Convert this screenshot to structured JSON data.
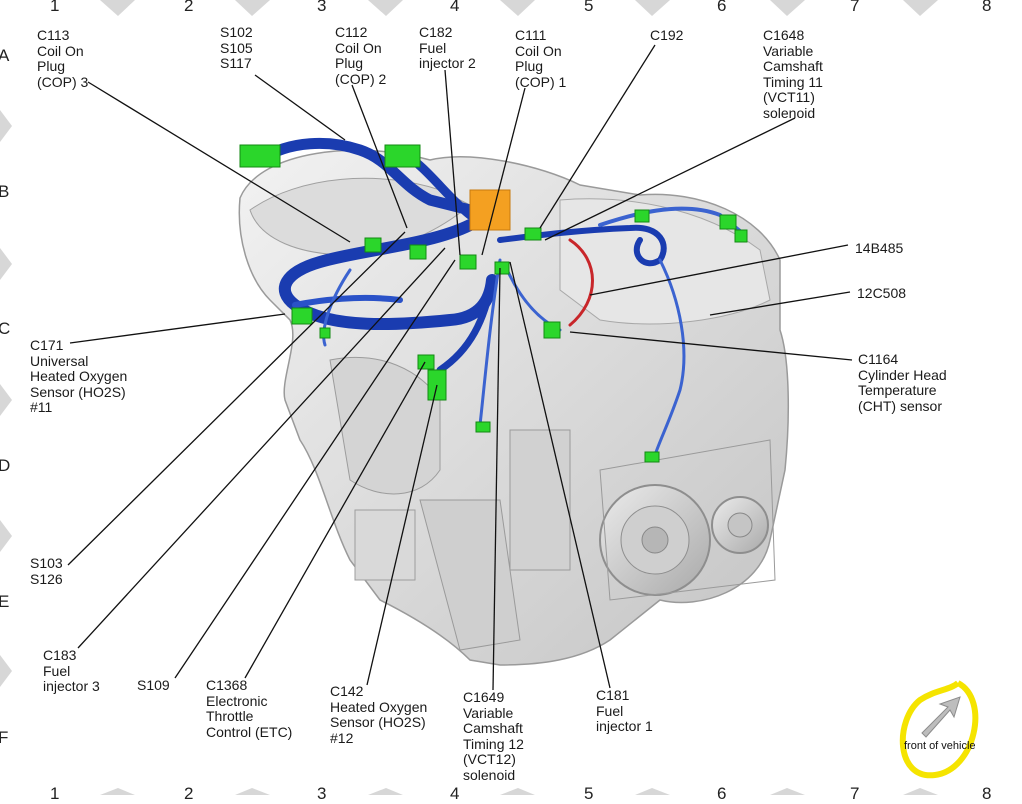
{
  "diagram": {
    "grid_columns": [
      "1",
      "2",
      "3",
      "4",
      "5",
      "6",
      "7",
      "8"
    ],
    "grid_rows": [
      "A",
      "B",
      "C",
      "D",
      "E",
      "F"
    ],
    "labels": {
      "c113": "C113\nCoil On\nPlug\n(COP) 3",
      "s102": "S102\nS105\nS117",
      "c112": "C112\nCoil On\nPlug\n(COP) 2",
      "c182": "C182\nFuel\ninjector 2",
      "c111": "C111\nCoil On\nPlug\n(COP) 1",
      "c192": "C192",
      "c1648": "C1648\nVariable\nCamshaft\nTiming 11\n(VCT11)\nsolenoid",
      "p14b485": "14B485",
      "p12c508": "12C508",
      "c1164": "C1164\nCylinder Head\nTemperature\n(CHT) sensor",
      "c171": "C171\nUniversal\nHeated Oxygen\nSensor (HO2S)\n#11",
      "s103": "S103\nS126",
      "c183": "C183\nFuel\ninjector 3",
      "s109": "S109",
      "c1368": "C1368\nElectronic\nThrottle\nControl (ETC)",
      "c142": "C142\nHeated Oxygen\nSensor (HO2S)\n#12",
      "c1649": "C1649\nVariable\nCamshaft\nTiming 12\n(VCT12)\nsolenoid",
      "c181": "C181\nFuel\ninjector 1"
    },
    "front_of_vehicle": "front of vehicle",
    "colors": {
      "harness": "#1a3cb0",
      "connector": "#2bd62b",
      "splice": "#f4a021",
      "highlight_circle": "#f5e400",
      "cht_wire": "#c8262a"
    }
  }
}
